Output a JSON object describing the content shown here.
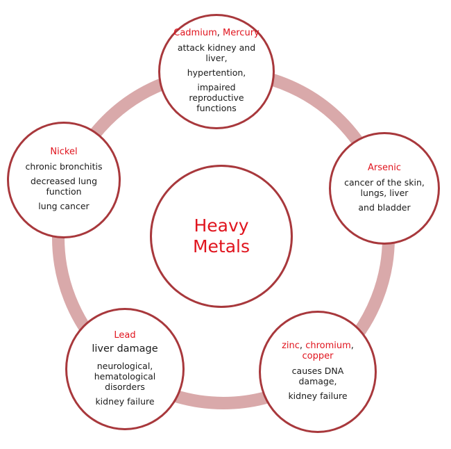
{
  "center": {
    "label_line1": "Heavy",
    "label_line2": "Metals"
  },
  "nodes": {
    "top": {
      "title_a": "Cadmium",
      "title_sep": ",",
      "title_b": "Mercury",
      "lines": [
        "attack kidney and liver,",
        "hypertention,",
        "impaired reproductive functions"
      ]
    },
    "right": {
      "title": "Arsenic",
      "lines": [
        "cancer of the skin, lungs, liver",
        "and bladder"
      ]
    },
    "bottom_right": {
      "title_a": "zinc",
      "title_sep1": ", ",
      "title_b": "chromium",
      "title_sep2": ", ",
      "title_c": "copper",
      "lines": [
        "causes DNA damage,",
        "kidney failure"
      ]
    },
    "bottom_left": {
      "title": "Lead",
      "lines": [
        "liver damage",
        "neurological, hematological disorders",
        "kidney failure"
      ]
    },
    "left": {
      "title": "Nickel",
      "lines": [
        "chronic bronchitis",
        "decreased lung function",
        "lung cancer"
      ]
    }
  },
  "colors": {
    "ring": "#d9a9aa",
    "border": "#a8383c",
    "accent": "#e0141e",
    "text": "#1a1a1a"
  }
}
